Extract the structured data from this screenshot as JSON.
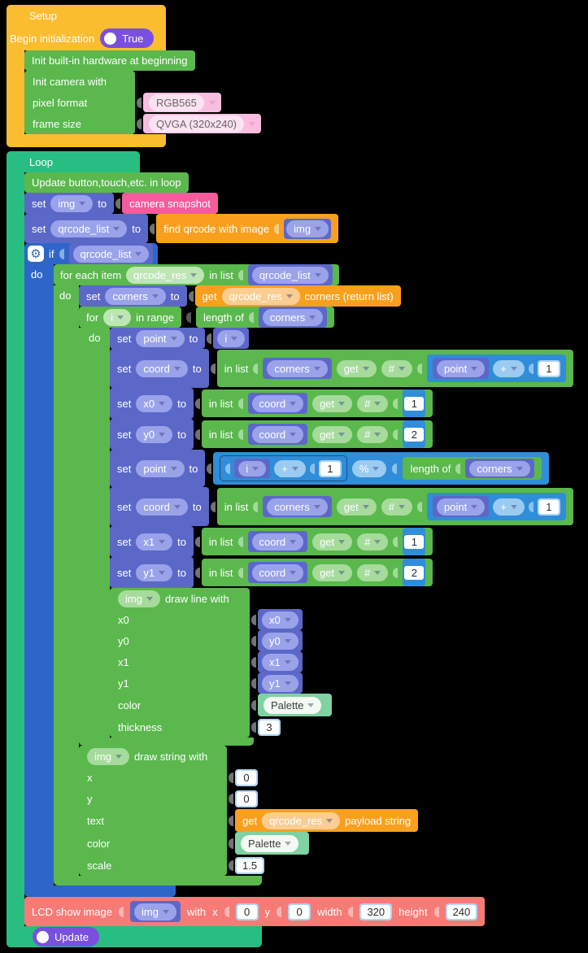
{
  "icons": {
    "gear": "⚙"
  },
  "labels": {
    "set": "set",
    "to": "to",
    "do": "do",
    "if": "if",
    "in_list": "in list",
    "get": "get",
    "hash": "#",
    "plus": "+",
    "mod": "%",
    "length_of": "length of",
    "for": "for",
    "in_range": "in range",
    "for_each": "for each item",
    "with": "with",
    "x": "x",
    "y": "y",
    "width": "width",
    "height": "height",
    "color": "color",
    "thickness": "thickness",
    "scale": "scale",
    "text": "text",
    "x0": "x0",
    "y0": "y0",
    "x1": "x1",
    "y1": "y1",
    "palette": "Palette"
  },
  "vars": {
    "img": "img",
    "qrcode_list": "qrcode_list",
    "qrcode_res": "qrcode_res",
    "corners": "corners",
    "i": "i",
    "point": "point",
    "coord": "coord",
    "x0": "x0",
    "y0": "y0",
    "x1": "x1",
    "y1": "y1"
  },
  "numbers": {
    "zero": "0",
    "one": "1",
    "two": "2",
    "three": "3",
    "scale": "1.5",
    "lcd_width": "320",
    "lcd_height": "240"
  },
  "setup": {
    "title": "Setup",
    "begin_label": "Begin initialization",
    "begin_value": "True",
    "init_hw": "Init built-in hardware at beginning",
    "camera": {
      "title": "Init camera with",
      "pixel_format_label": "pixel format",
      "pixel_format_value": "RGB565",
      "frame_size_label": "frame size",
      "frame_size_value": "QVGA (320x240)"
    }
  },
  "loop": {
    "title": "Loop",
    "update_stmt": "Update button,touch,etc. in loop",
    "camera_snapshot": "camera snapshot",
    "find_qrcode": "find qrcode with image",
    "get_corners_prefix": "get",
    "get_corners_suffix": "corners (return list)",
    "payload_prefix": "get",
    "payload_suffix": "payload string",
    "draw_line": "draw line with",
    "draw_string": "draw string with",
    "lcd_show": "LCD show image",
    "update_label": "Update"
  },
  "colors": {
    "swatch": "#3642E3",
    "swatch_style": "background:#3642E3"
  }
}
